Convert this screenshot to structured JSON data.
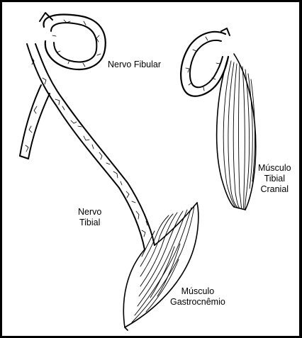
{
  "labels": {
    "nervo_fibular": "Nervo Fibular",
    "musculo_tibial_cranial": [
      "Músculo",
      "Tibial",
      "Cranial"
    ],
    "nervo_tibial": [
      "Nervo",
      "Tibial"
    ],
    "musculo_gastrocnemio": [
      "Músculo",
      "Gastrocnêmio"
    ]
  }
}
